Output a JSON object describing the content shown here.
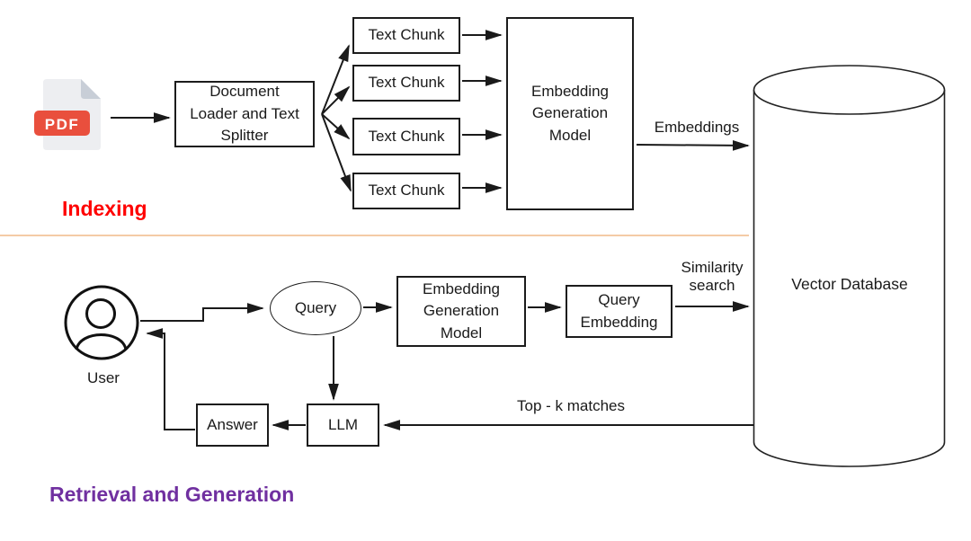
{
  "sections": {
    "indexing_label": "Indexing",
    "retrieval_label": "Retrieval and Generation"
  },
  "colors": {
    "indexing_title": "#FF0000",
    "retrieval_title": "#7030A0",
    "divider": "#F4CBA6",
    "connector": "#1A1A1A",
    "pdf_badge": "#E94F3D",
    "pdf_paper": "#EDEEF1",
    "pdf_fold": "#C8CED7"
  },
  "nodes": {
    "pdf_badge_label": "PDF",
    "document_loader": "Document\nLoader and Text\nSplitter",
    "text_chunks": [
      "Text Chunk",
      "Text Chunk",
      "Text Chunk",
      "Text Chunk"
    ],
    "embedding_model_indexing": "Embedding\nGeneration\nModel",
    "vector_database": "Vector Database",
    "user_label": "User",
    "query": "Query",
    "embedding_model_retrieval": "Embedding\nGeneration\nModel",
    "query_embedding": "Query\nEmbedding",
    "llm": "LLM",
    "answer": "Answer"
  },
  "edge_labels": {
    "embeddings": "Embeddings",
    "similarity_search": "Similarity\nsearch",
    "top_k_matches": "Top - k matches"
  }
}
